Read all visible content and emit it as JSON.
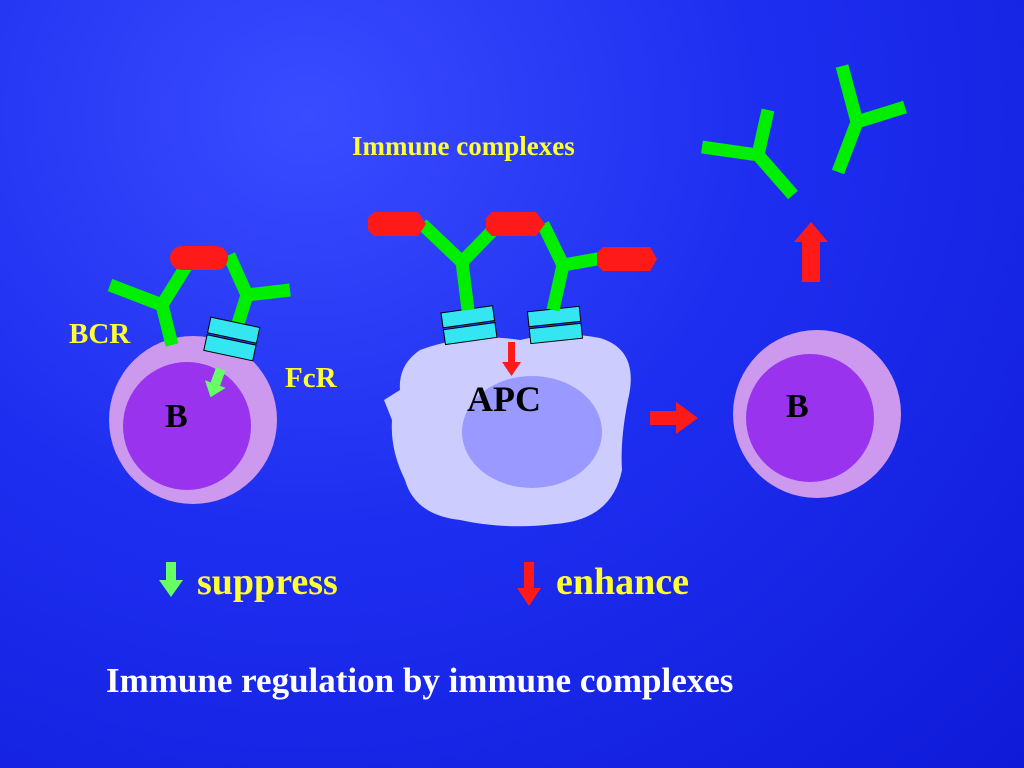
{
  "labels": {
    "immune_complexes": "Immune complexes",
    "bcr": "BCR",
    "fcr": "FcR",
    "b_cell_left": "B",
    "apc": "APC",
    "b_cell_right": "B"
  },
  "legend": {
    "suppress": "suppress",
    "enhance": "enhance"
  },
  "caption": "Immune regulation by immune complexes",
  "colors": {
    "background": "#1e2ef0",
    "antibody": "#00ee00",
    "antigen": "#ff1a1a",
    "fc_receptor": "#33e6f2",
    "b_cell_outer": "#cc99ee",
    "b_cell_inner": "#9933ee",
    "apc_body": "#ccccff",
    "apc_nucleus": "#9999ff",
    "label_text": "#ffff33",
    "suppress_arrow": "#66ff66",
    "enhance_arrow": "#ff1a1a"
  }
}
